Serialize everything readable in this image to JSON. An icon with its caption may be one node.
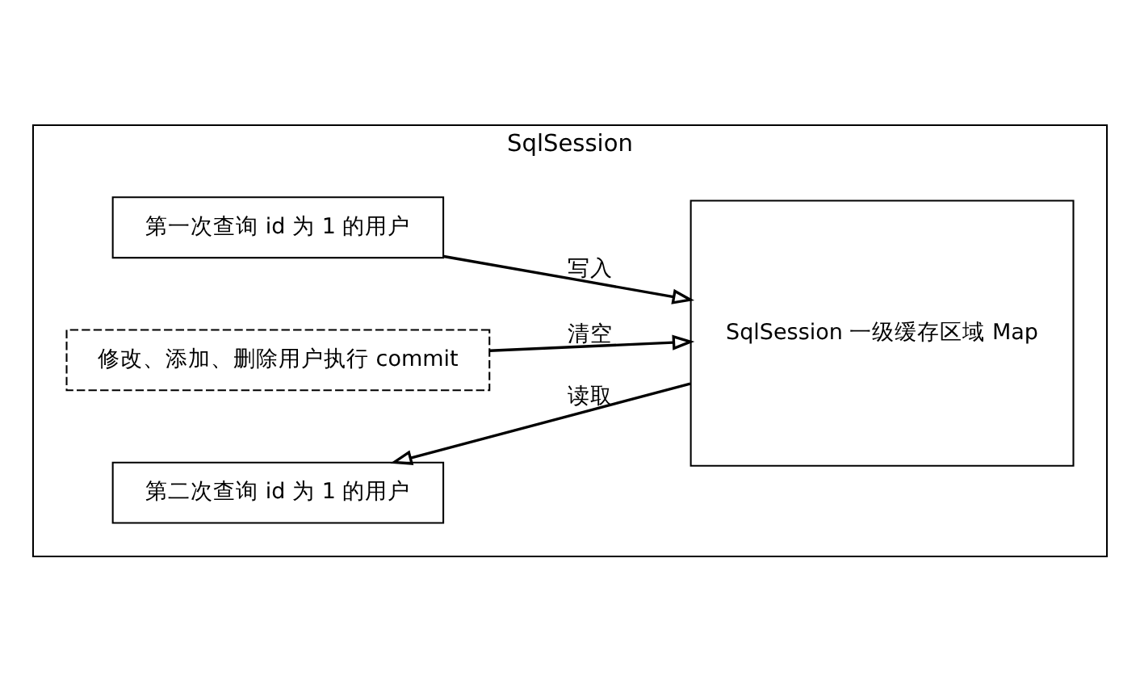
{
  "diagram": {
    "nodes": [
      {
        "text": [
          "SqlSession"
        ]
      },
      {
        "text": [
          "第一次查询 id 为 1 的用户"
        ],
        "in": 0
      },
      {
        "text": [
          "修改、添加、删除用户执行 commit"
        ],
        "in": 0
      },
      {
        "text": [
          "第二次查询 id 为 1 的用户"
        ],
        "in": 0
      },
      {
        "text": [
          "SqlSession 一级缓存区域 Map"
        ],
        "in": 0
      }
    ],
    "edges": [
      {
        "from": 1,
        "to": 4,
        "arrow": "to",
        "label": "写入"
      },
      {
        "from": 2,
        "to": 4,
        "arrow": "to",
        "label": "清空"
      },
      {
        "from": 4,
        "to": 3,
        "arrow": "to",
        "label": "读取"
      }
    ]
  }
}
